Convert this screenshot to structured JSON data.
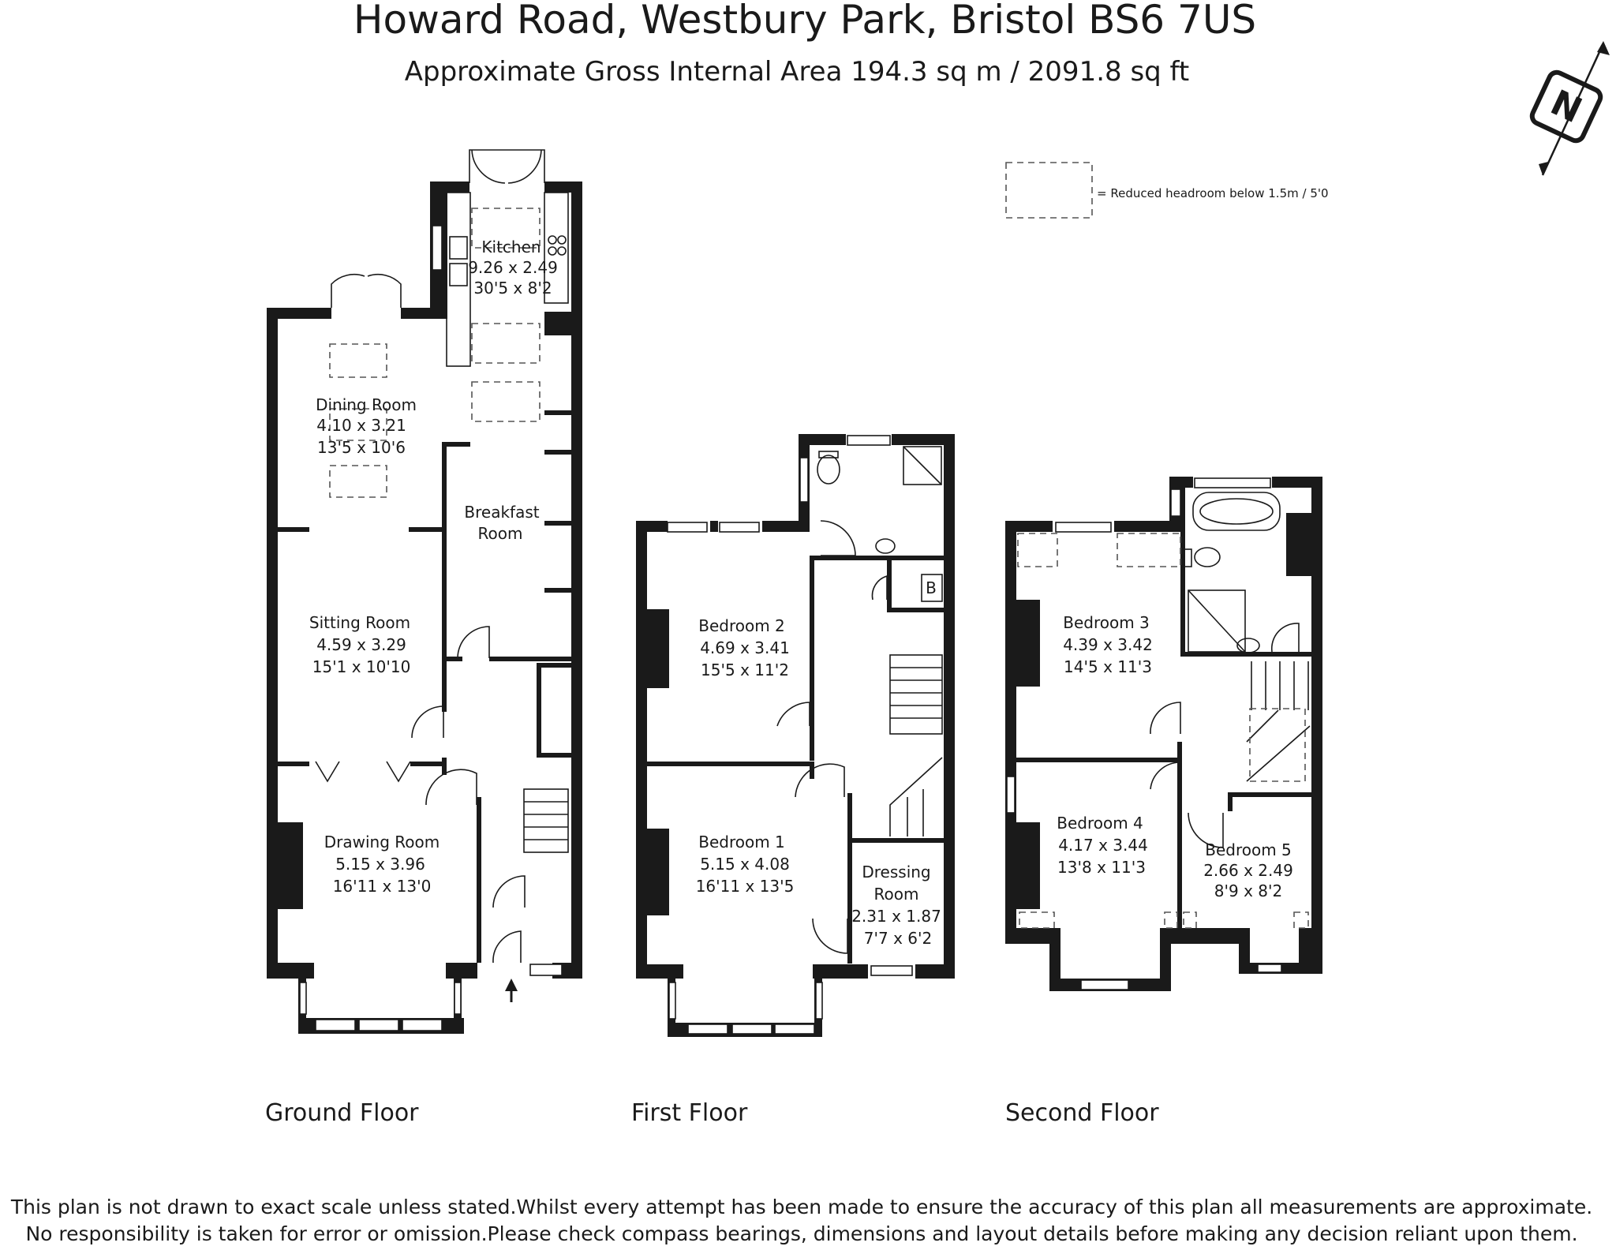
{
  "header": {
    "title": "Howard Road, Westbury Park, Bristol BS6 7US",
    "subtitle": "Approximate Gross Internal Area 194.3 sq m / 2091.8 sq ft"
  },
  "legend": {
    "text": "=  Reduced headroom below 1.5m / 5'0"
  },
  "compass": {
    "label": "N"
  },
  "floors": {
    "ground": {
      "label": "Ground Floor",
      "rooms": {
        "kitchen": {
          "name": "Kitchen",
          "metric": "9.26 x 2.49",
          "imperial": "30'5 x 8'2"
        },
        "dining": {
          "name": "Dining Room",
          "metric": "4.10 x 3.21",
          "imperial": "13'5 x 10'6"
        },
        "breakfast": {
          "name1": "Breakfast",
          "name2": "Room"
        },
        "sitting": {
          "name": "Sitting Room",
          "metric": "4.59 x 3.29",
          "imperial": "15'1 x 10'10"
        },
        "drawing": {
          "name": "Drawing Room",
          "metric": "5.15 x 3.96",
          "imperial": "16'11 x 13'0"
        }
      }
    },
    "first": {
      "label": "First Floor",
      "rooms": {
        "bedroom2": {
          "name": "Bedroom 2",
          "metric": "4.69 x 3.41",
          "imperial": "15'5 x 11'2"
        },
        "bedroom1": {
          "name": "Bedroom 1",
          "metric": "5.15 x 4.08",
          "imperial": "16'11 x 13'5"
        },
        "dressing": {
          "name1": "Dressing",
          "name2": "Room",
          "metric": "2.31 x 1.87",
          "imperial": "7'7 x 6'2"
        },
        "boiler": {
          "name": "B"
        }
      }
    },
    "second": {
      "label": "Second Floor",
      "rooms": {
        "bedroom3": {
          "name": "Bedroom 3",
          "metric": "4.39 x 3.42",
          "imperial": "14'5 x 11'3"
        },
        "bedroom4": {
          "name": "Bedroom 4",
          "metric": "4.17 x 3.44",
          "imperial": "13'8 x 11'3"
        },
        "bedroom5": {
          "name": "Bedroom 5",
          "metric": "2.66 x 2.49",
          "imperial": "8'9 x 8'2"
        }
      }
    }
  },
  "disclaimer": {
    "line1": "This plan is not drawn to exact scale unless stated.Whilst every attempt has been made to ensure the accuracy of this plan all measurements are approximate.",
    "line2": "No responsibility is taken for error or omission.Please check compass bearings, dimensions and layout details before making any decision reliant upon them."
  }
}
